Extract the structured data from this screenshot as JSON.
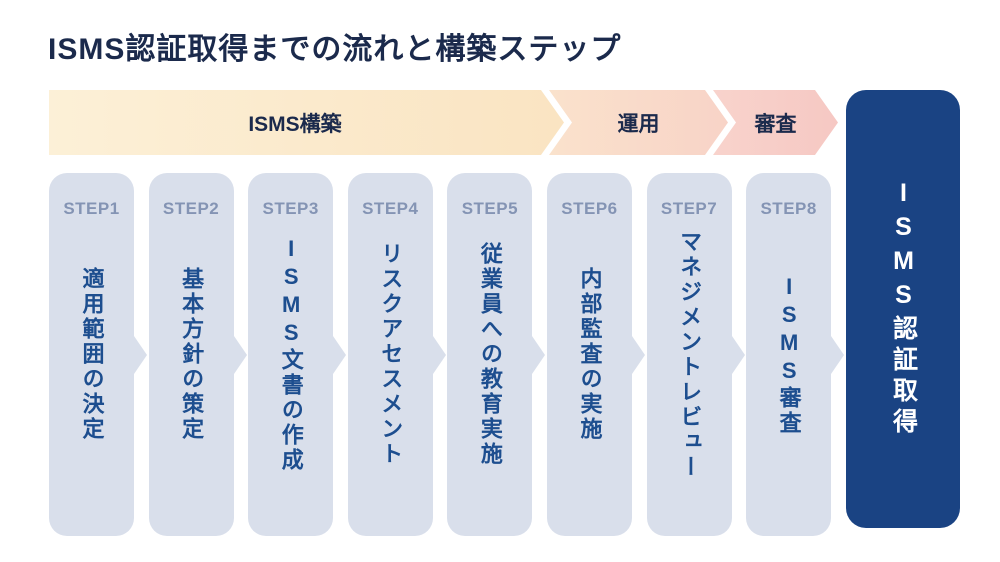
{
  "title": "ISMS認証取得までの流れと構築ステップ",
  "phases": [
    {
      "label": "ISMS構築",
      "color": "#fae8c9"
    },
    {
      "label": "運用",
      "color": "#f9dac9"
    },
    {
      "label": "審査",
      "color": "#f7cdc7"
    }
  ],
  "steps": [
    {
      "step_label": "STEP1",
      "title": "適用範囲の決定"
    },
    {
      "step_label": "STEP2",
      "title": "基本方針の策定"
    },
    {
      "step_label": "STEP3",
      "title": "ISMS文書の作成"
    },
    {
      "step_label": "STEP4",
      "title": "リスクアセスメント"
    },
    {
      "step_label": "STEP5",
      "title": "従業員への教育実施"
    },
    {
      "step_label": "STEP6",
      "title": "内部監査の実施"
    },
    {
      "step_label": "STEP7",
      "title": "マネジメントレビュー"
    },
    {
      "step_label": "STEP8",
      "title": "ISMS審査"
    }
  ],
  "goal": {
    "label": "ISMS認証取得",
    "color": "#1a4383"
  },
  "colors": {
    "background": "#ffffff",
    "title_text": "#1b2a4c",
    "column_fill": "#d9dfeb",
    "step_label_text": "#8494b4",
    "step_title_text": "#1d4e8f",
    "goal_fill": "#1a4383",
    "goal_text": "#ffffff"
  }
}
